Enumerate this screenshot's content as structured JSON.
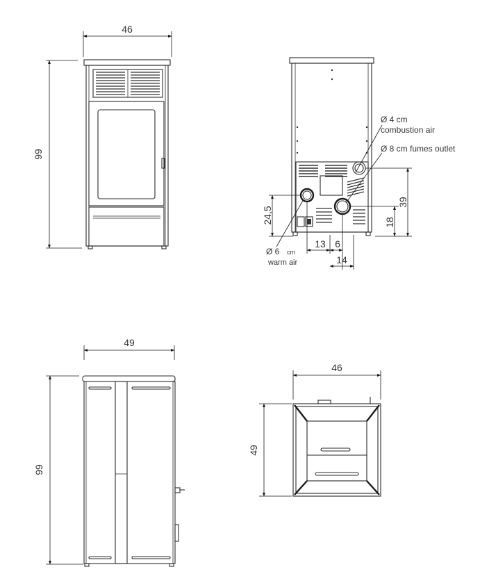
{
  "front_view": {
    "width_label": "46",
    "height_label": "99"
  },
  "back_view": {
    "combustion_air": "Ø 4 cm",
    "combustion_air_caption": "combustion air",
    "fumes_outlet": "Ø 8 cm fumes outlet",
    "warm_air": "Ø 6",
    "warm_air_unit": "cm",
    "warm_air_caption": "warm air",
    "dim_24_5": "24,5",
    "dim_39": "39",
    "dim_18": "18",
    "dim_13": "13",
    "dim_6": "6",
    "dim_14": "14"
  },
  "side_view": {
    "width_label": "49",
    "height_label": "99"
  },
  "top_view": {
    "width_label": "46",
    "depth_label": "49"
  }
}
